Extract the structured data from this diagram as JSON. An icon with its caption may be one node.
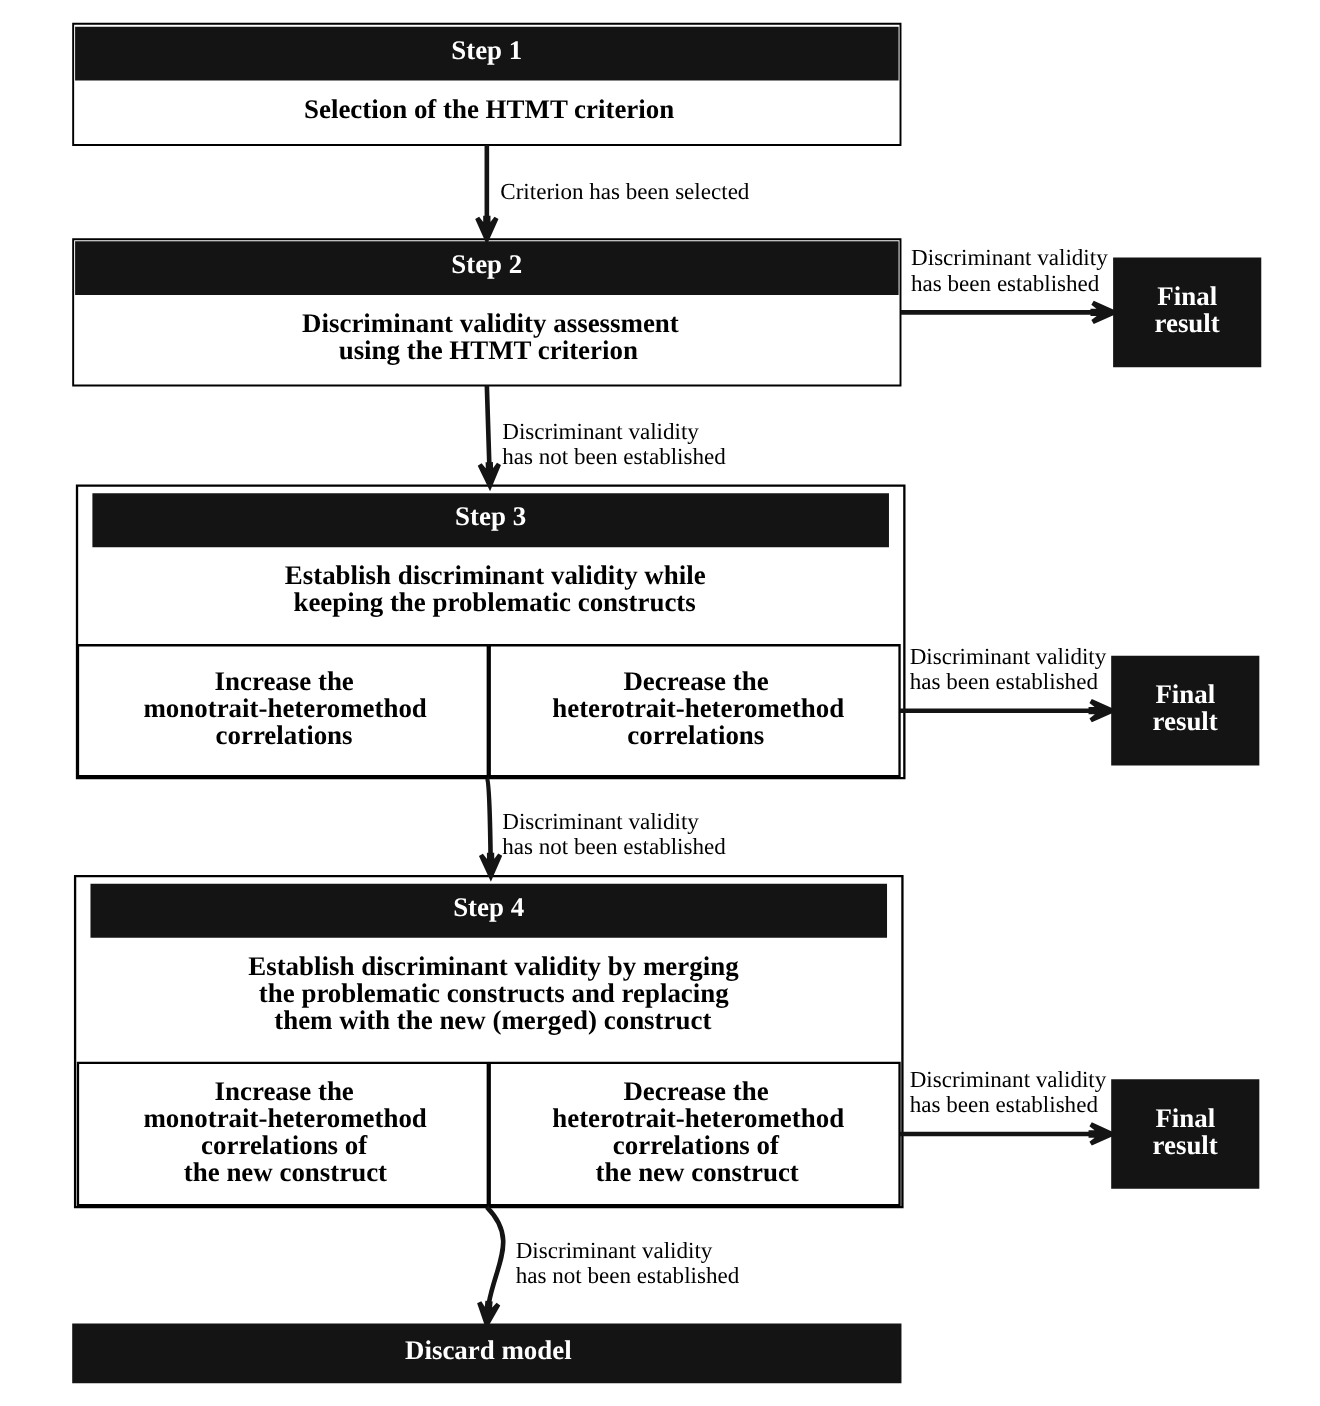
{
  "diagram": {
    "nodes": [
      {
        "text": [
          "Step 1",
          "Selection of the HTMT criterion"
        ]
      },
      {
        "text": [
          "Step 2",
          "Discriminant validity assessment using the HTMT criterion"
        ]
      },
      {
        "text": [
          "Final result"
        ]
      },
      {
        "text": [
          "Step 3",
          "Establish discriminant validity while keeping the problematic constructs"
        ]
      },
      {
        "text": [
          "Increase the monotrait-heteromethod correlations"
        ],
        "in": 3
      },
      {
        "text": [
          "Decrease the heterotrait-heteromethod correlations"
        ],
        "in": 3
      },
      {
        "text": [
          "Final result"
        ]
      },
      {
        "text": [
          "Step 4",
          "Establish discriminant validity by merging the problematic constructs and replacing them with the new (merged) construct"
        ]
      },
      {
        "text": [
          "Increase the monotrait-heteromethod correlations of the new construct"
        ],
        "in": 7
      },
      {
        "text": [
          "Decrease the heterotrait-heteromethod correlations of the new construct"
        ],
        "in": 7
      },
      {
        "text": [
          "Final result"
        ]
      },
      {
        "text": [
          "Discard model"
        ]
      }
    ],
    "edges": [
      {
        "from": 0,
        "to": 1,
        "arrow": "to",
        "label": "Criterion has been selected"
      },
      {
        "from": 1,
        "to": 2,
        "arrow": "to",
        "label": "Discriminant validity has been established"
      },
      {
        "from": 1,
        "to": 3,
        "arrow": "to",
        "label": "Discriminant validity has not been established"
      },
      {
        "from": 3,
        "to": 6,
        "arrow": "to",
        "label": "Discriminant validity has been established"
      },
      {
        "from": 3,
        "to": 7,
        "arrow": "to",
        "label": "Discriminant validity has not been established"
      },
      {
        "from": 7,
        "to": 10,
        "arrow": "to",
        "label": "Discriminant validity has been established"
      },
      {
        "from": 7,
        "to": 11,
        "arrow": "to",
        "label": "Discriminant validity has not been established"
      }
    ]
  }
}
